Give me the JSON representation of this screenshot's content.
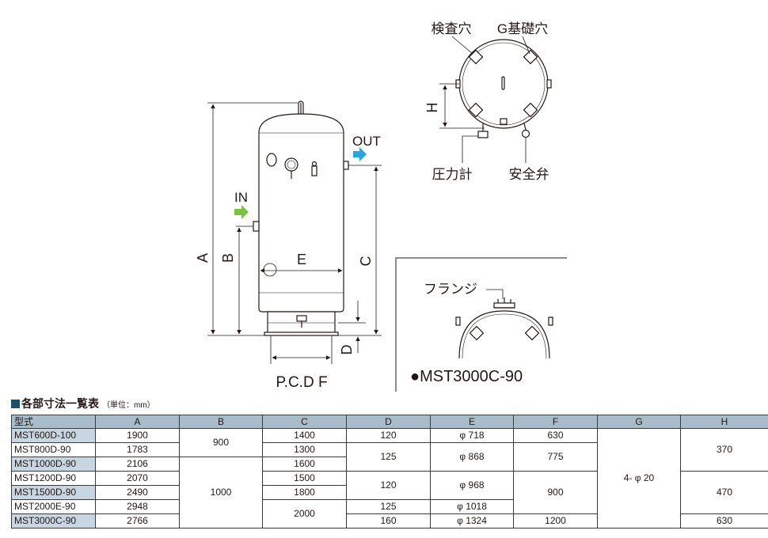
{
  "diagram": {
    "labels": {
      "out": "OUT",
      "in": "IN",
      "dim_a": "A",
      "dim_b": "B",
      "dim_c": "C",
      "dim_d": "D",
      "dim_e": "E",
      "dim_h": "H",
      "pcd": "P.C.D F",
      "inspection_hole": "検査穴",
      "foundation_hole": "G基礎穴",
      "pressure_gauge": "圧力計",
      "safety_valve": "安全弁",
      "flange": "フランジ",
      "variant": "●MST3000C-90"
    }
  },
  "table": {
    "title": "各部寸法一覧表",
    "unit": "（単位：mm）",
    "headers": [
      "型式",
      "A",
      "B",
      "C",
      "D",
      "E",
      "F",
      "G",
      "H"
    ],
    "rows": [
      {
        "model": "MST600D-100",
        "a": "1900",
        "c": "1400",
        "d": "120",
        "e": "φ 718",
        "f": "630"
      },
      {
        "model": "MST800D-90",
        "a": "1783",
        "c": "1300"
      },
      {
        "model": "MST1000D-90",
        "a": "2106",
        "c": "1600"
      },
      {
        "model": "MST1200D-90",
        "a": "2070",
        "c": "1500"
      },
      {
        "model": "MST1500D-90",
        "a": "2490",
        "c": "1800"
      },
      {
        "model": "MST2000E-90",
        "a": "2948",
        "d": "125",
        "e": "φ 1018"
      },
      {
        "model": "MST3000C-90",
        "a": "2766",
        "d": "160",
        "e": "φ 1324",
        "f": "1200",
        "h": "630"
      }
    ],
    "merged": {
      "b_600_800": "900",
      "b_1000_3000": "1000",
      "c_2000_3000": "2000",
      "d_800_1000": "125",
      "e_800_1000": "φ 868",
      "f_800_1000": "775",
      "d_1200_1500": "120",
      "e_1200_1500": "φ 968",
      "f_1200_2000": "900",
      "g_all": "4- φ 20",
      "h_600_1000": "370",
      "h_1200_2000": "470"
    }
  }
}
